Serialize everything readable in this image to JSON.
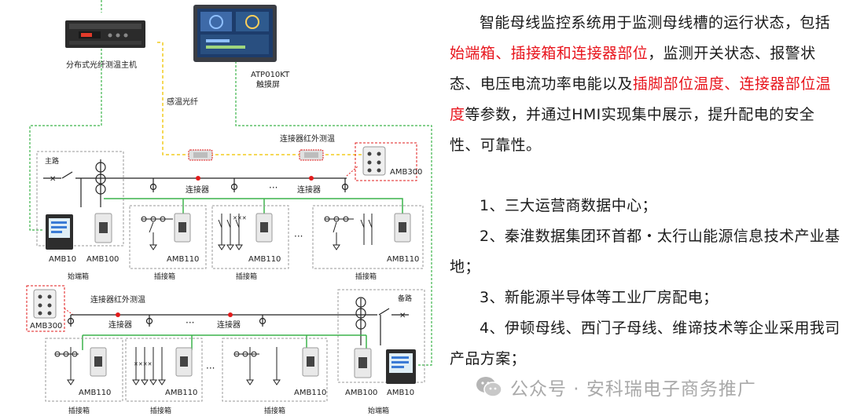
{
  "diagram": {
    "host_label": "分布式光纤测温主机",
    "touchscreen_model": "ATP010KT",
    "touchscreen_label": "触摸屏",
    "fiber_label": "感温光纤",
    "ir_label_top": "连接器红外测温",
    "ir_label_bottom": "连接器红外测温",
    "main_circuit": "主路",
    "backup_circuit": "备路",
    "connector": "连接器",
    "ellipsis": "···",
    "ellipsis2": "···",
    "start_box": "始端箱",
    "plug_box": "插接箱",
    "amb10": "AMB10",
    "amb100": "AMB100",
    "amb110": "AMB110",
    "amb300": "AMB300"
  },
  "text": {
    "intro_1": "智能母线监控系统用于监测母线槽的运行状态，包括",
    "intro_red_1": "始端箱、插接箱和连接器部位",
    "intro_2": "，监测开关状态、报警状态、电压电流功率电能以及",
    "intro_red_2": "插脚部位温度、连接器部位温度",
    "intro_3": "等参数，并通过HMI实现集中展示，提升配电的安全性、可靠性。",
    "items": [
      "1、三大运营商数据中心；",
      "2、秦淮数据集团环首都・太行山能源信息技术产业基地；",
      "3、新能源半导体等工业厂房配电；",
      "4、伊顿母线、西门子母线、维谛技术等企业采用我司产品方案；"
    ]
  },
  "watermark": "公众号 · 安科瑞电子商务推广",
  "colors": {
    "green_line": "#3cb44b",
    "fiber_yellow": "#f2cc1f",
    "red_dot": "#e21b1b",
    "red_text": "#e8141c",
    "box_dash": "#9a9a9a"
  }
}
